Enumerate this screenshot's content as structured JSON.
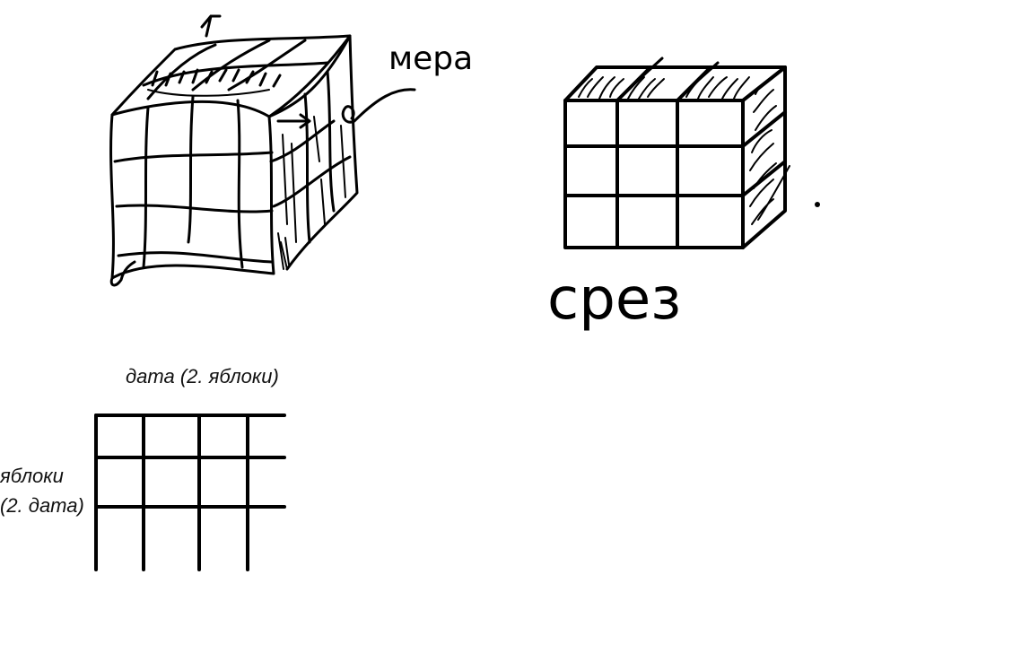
{
  "labels": {
    "measure": "мера",
    "slice": "срез",
    "grid_top": "дата (2. яблоки)",
    "grid_left_line1": "яблоки",
    "grid_left_line2": "(2. дата)"
  },
  "colors": {
    "ink": "#000000",
    "background": "#ffffff"
  }
}
